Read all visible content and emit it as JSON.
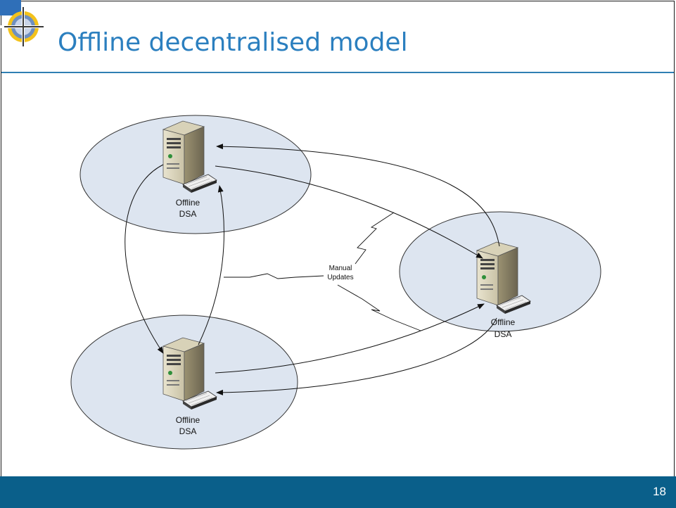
{
  "slide": {
    "title": "Offline decentralised model",
    "page_number": "18"
  },
  "diagram": {
    "nodes": [
      {
        "id": "top-left",
        "line1": "Offline",
        "line2": "DSA"
      },
      {
        "id": "right",
        "line1": "Offline",
        "line2": "DSA"
      },
      {
        "id": "bottom-left",
        "line1": "Offline",
        "line2": "DSA"
      }
    ],
    "center_label": {
      "line1": "Manual",
      "line2": "Updates"
    }
  },
  "colors": {
    "title": "#2b7fbf",
    "footer": "#0a5f8a",
    "ellipse_fill": "#dde5f0",
    "arrow": "#111111"
  },
  "icons": {
    "logo": "crosshair-globe-logo-icon",
    "server": "server-tower-icon"
  }
}
